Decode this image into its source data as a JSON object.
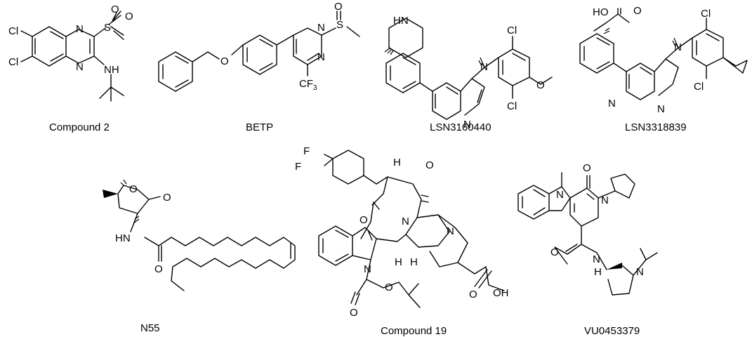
{
  "captions": {
    "c1": "Compound 2",
    "c2": "BETP",
    "c3": "LSN3160440",
    "c4": "LSN3318839",
    "c5": "N55",
    "c6": "Compound 19",
    "c7": "VU0453379"
  },
  "atoms": {
    "cl": "Cl",
    "n": "N",
    "s": "S",
    "o": "O",
    "nh": "NH",
    "hn": "HN",
    "h": "H",
    "f": "F",
    "cf3_main": "CF",
    "cf3_sub": "3",
    "ho": "HO",
    "oh": "OH"
  }
}
